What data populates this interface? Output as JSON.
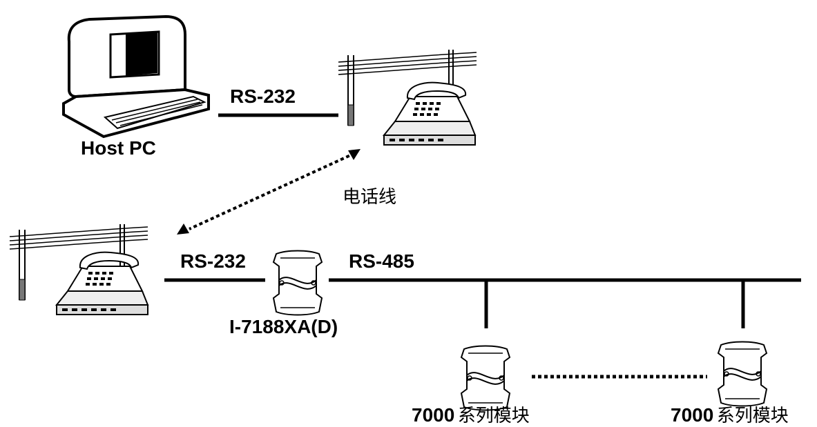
{
  "labels": {
    "host_pc": "Host PC",
    "rs232_top": "RS-232",
    "phone_line": "电话线",
    "rs232_bottom": "RS-232",
    "rs485": "RS-485",
    "controller": "I-7188XA(D)",
    "module_left_num": "7000",
    "module_left_cn": "系列模块",
    "module_right_num": "7000",
    "module_right_cn": "系列模块"
  },
  "icons": [
    "computer-icon",
    "telephone-pole-icon",
    "modem-telephone-icon",
    "module-icon"
  ],
  "colors": {
    "line": "#000000",
    "background": "#ffffff"
  }
}
